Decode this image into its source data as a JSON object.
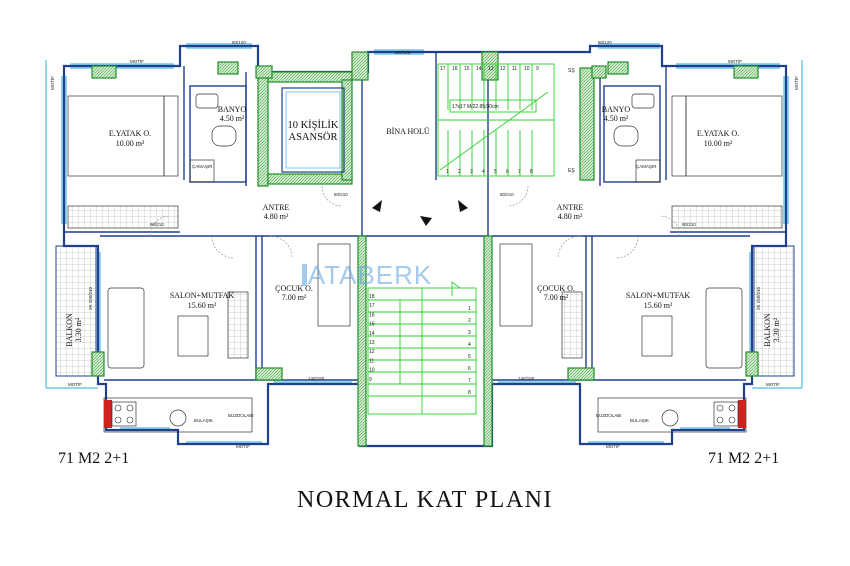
{
  "title": "NORMAL KAT PLANI",
  "watermark": "ATABERK",
  "units": [
    {
      "side": "left",
      "summary": "71 M2 2+1"
    },
    {
      "side": "right",
      "summary": "71 M2 2+1"
    }
  ],
  "core": {
    "elevator_line1": "10 KİŞİLİK",
    "elevator_line2": "ASANSÖR",
    "hall": "BİNA HOLÜ"
  },
  "rooms": {
    "bedroom": {
      "name": "E.YATAK O.",
      "area": "10.00 m²"
    },
    "bathroom": {
      "name": "BANYO",
      "area": "4.50 m²"
    },
    "entry": {
      "name": "ANTRE",
      "area": "4.80 m²"
    },
    "living": {
      "name": "SALON+MUTFAK",
      "area": "15.60 m²"
    },
    "child": {
      "name": "ÇOCUK O.",
      "area": "7.00 m²"
    },
    "balcony": {
      "name": "BALKON",
      "area": "3.30 m²"
    }
  },
  "labels": {
    "motif": "MOTİF",
    "ss": "SŞ",
    "es": "EŞ",
    "fridge": "BUZDOLABI",
    "dishwasher": "BULAŞIK",
    "washer": "ÇAMAŞIR",
    "balcony_dim": "2K 250/240",
    "window_dims": [
      "60/120",
      "150/150",
      "50/120",
      "140/150",
      "80/210",
      "90/210",
      "100/210",
      "60/210"
    ]
  },
  "stairs": {
    "top_steps": [
      "17",
      "16",
      "15",
      "14",
      "13",
      "12",
      "11",
      "10",
      "9"
    ],
    "bottom_steps": [
      "1",
      "2",
      "3",
      "4",
      "5",
      "6",
      "7",
      "8"
    ],
    "mid_steps": [
      "18",
      "17",
      "16",
      "15",
      "14",
      "13",
      "12",
      "11",
      "10",
      "9"
    ],
    "mid_steps_right": [
      "1",
      "2",
      "3",
      "4",
      "5",
      "6",
      "7",
      "8"
    ],
    "note": "17x17 M/22.85/30cm"
  },
  "colors": {
    "wall": "#1f3f8f",
    "window": "#2aa9d8",
    "column": "#1f8f2a",
    "stair": "#2ed12e",
    "kitchen_red": "#d41f1f",
    "watermark": "#5aa0e0"
  }
}
